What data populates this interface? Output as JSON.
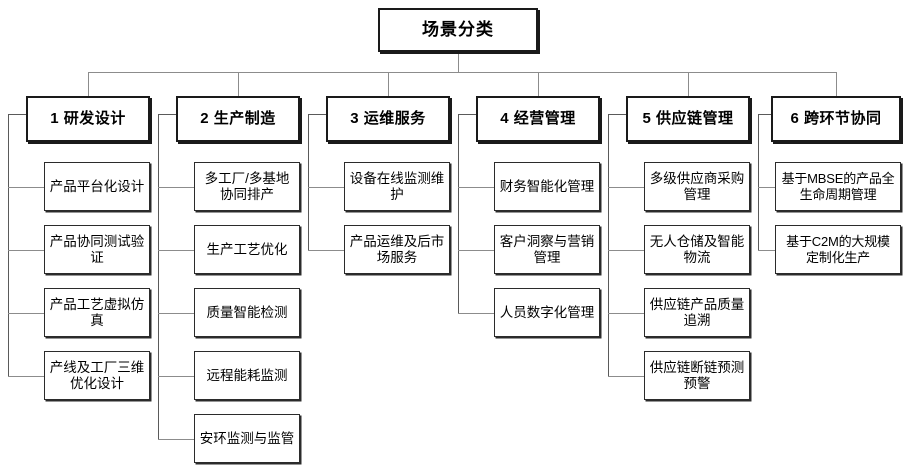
{
  "diagram": {
    "title": "场景分类",
    "root": {
      "label": "场景分类"
    },
    "columns": [
      {
        "id": "col-1",
        "number": "1",
        "label": "1 研发设计",
        "items": [
          {
            "label": "产品平台化设计"
          },
          {
            "label": "产品协同测试验证"
          },
          {
            "label": "产品工艺虚拟仿真"
          },
          {
            "label": "产线及工厂三维优化设计"
          }
        ]
      },
      {
        "id": "col-2",
        "number": "2",
        "label": "2 生产制造",
        "items": [
          {
            "label": "多工厂/多基地协同排产"
          },
          {
            "label": "生产工艺优化"
          },
          {
            "label": "质量智能检测"
          },
          {
            "label": "远程能耗监测"
          },
          {
            "label": "安环监测与监管"
          }
        ]
      },
      {
        "id": "col-3",
        "number": "3",
        "label": "3 运维服务",
        "items": [
          {
            "label": "设备在线监测维护"
          },
          {
            "label": "产品运维及后市场服务"
          }
        ]
      },
      {
        "id": "col-4",
        "number": "4",
        "label": "4 经营管理",
        "items": [
          {
            "label": "财务智能化管理"
          },
          {
            "label": "客户洞察与营销管理"
          },
          {
            "label": "人员数字化管理"
          }
        ]
      },
      {
        "id": "col-5",
        "number": "5",
        "label": "5 供应链管理",
        "items": [
          {
            "label": "多级供应商采购管理"
          },
          {
            "label": "无人仓储及智能物流"
          },
          {
            "label": "供应链产品质量追溯"
          },
          {
            "label": "供应链断链预测预警"
          }
        ]
      },
      {
        "id": "col-6",
        "number": "6",
        "label": "6 跨环节协同",
        "items": [
          {
            "label": "基于MBSE的产品全生命周期管理"
          },
          {
            "label": "基于C2M的大规模定制化生产"
          }
        ]
      }
    ],
    "colors": {
      "background": "#ffffff",
      "box_border": "#1a1a1a",
      "item_border": "#2b2b2b",
      "connector": "#8c8c8c",
      "text": "#000000"
    }
  }
}
